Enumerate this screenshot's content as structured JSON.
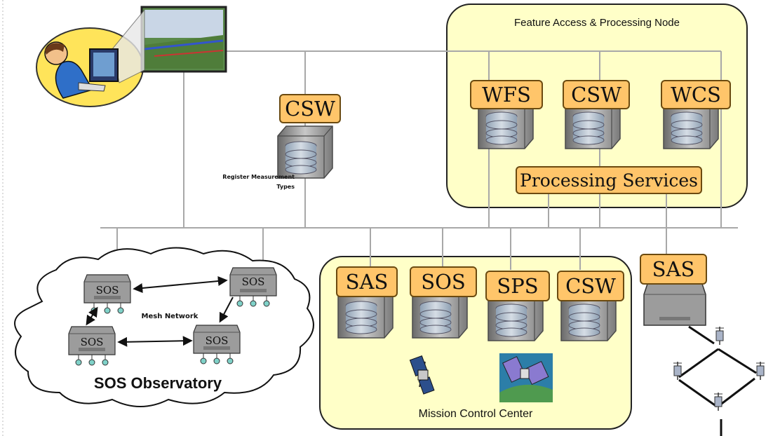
{
  "nodes": {
    "feature_node_title": "Feature Access & Processing Node",
    "central_catalog": "CSW",
    "register_note": "Register Measurement Types",
    "wfs": "WFS",
    "node_csw": "CSW",
    "wcs": "WCS",
    "processing": "Processing Services",
    "sas_mission": "SAS",
    "sos_mission": "SOS",
    "sps": "SPS",
    "csw_mission": "CSW",
    "mission_title": "Mission Control Center",
    "sas_right": "SAS",
    "observatory_title": "SOS Observatory",
    "mesh_label": "Mesh Network",
    "sos_top_left": "SOS",
    "sos_top_right": "SOS",
    "sos_bottom_left": "SOS",
    "sos_bottom_right": "SOS"
  },
  "colors": {
    "group_fill": "#ffffc8",
    "service_fill": "#ffc56a",
    "server_body": "#9a9a9a",
    "network_line": "#a8a8a8"
  },
  "icons": [
    "user-at-workstation-icon",
    "server-icon",
    "sensor-icon",
    "satellite-icon",
    "antenna-icon"
  ]
}
